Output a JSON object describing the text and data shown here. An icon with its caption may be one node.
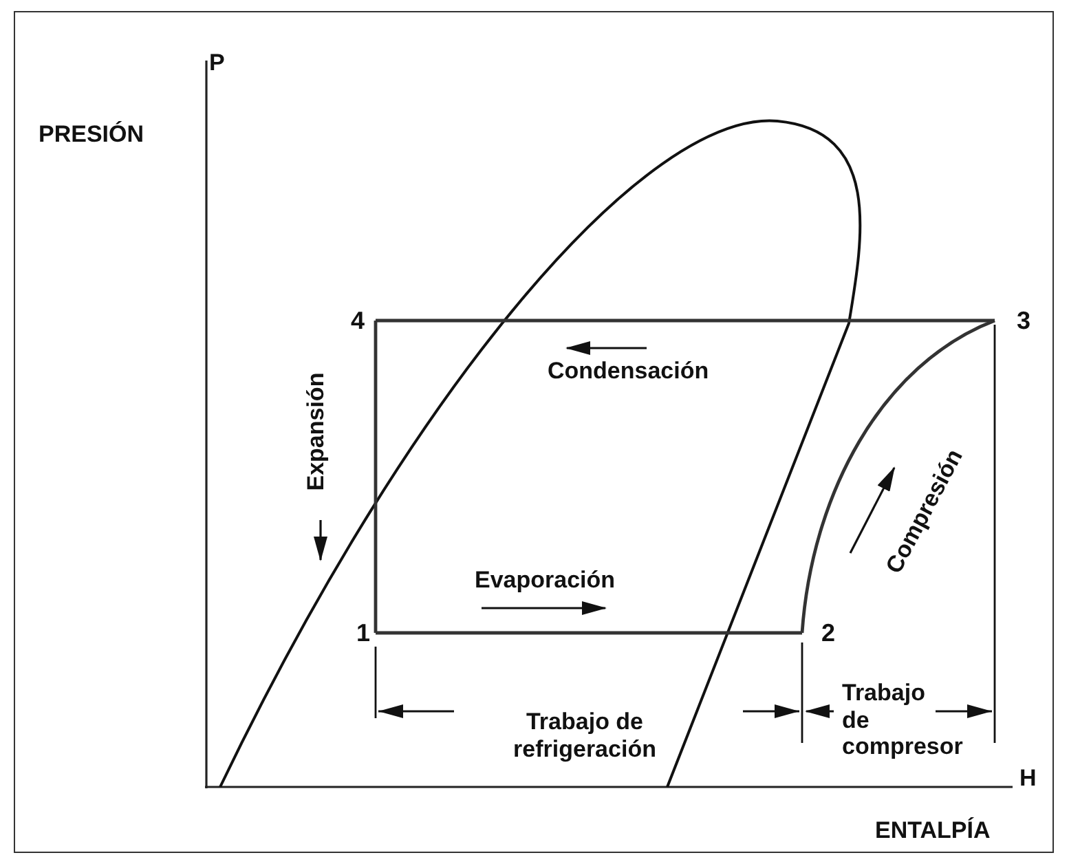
{
  "diagram": {
    "nodes": [
      {
        "text": [
          "1"
        ]
      },
      {
        "text": [
          "2"
        ]
      },
      {
        "text": [
          "3"
        ]
      },
      {
        "text": [
          "4"
        ]
      }
    ],
    "edges": [
      {
        "from": 0,
        "to": 1,
        "arrow": "none"
      },
      {
        "from": 1,
        "to": 2,
        "arrow": "none"
      },
      {
        "from": 2,
        "to": 3,
        "arrow": "none"
      },
      {
        "from": 3,
        "to": 0,
        "arrow": "none"
      }
    ],
    "labels": [
      "P",
      "PRESIÓN",
      "Condensación",
      "Expansión",
      "Compresión",
      "Evaporación",
      "Trabajo de refrigeración",
      "Trabajo de compresor",
      "H",
      "ENTALPÍA"
    ]
  }
}
